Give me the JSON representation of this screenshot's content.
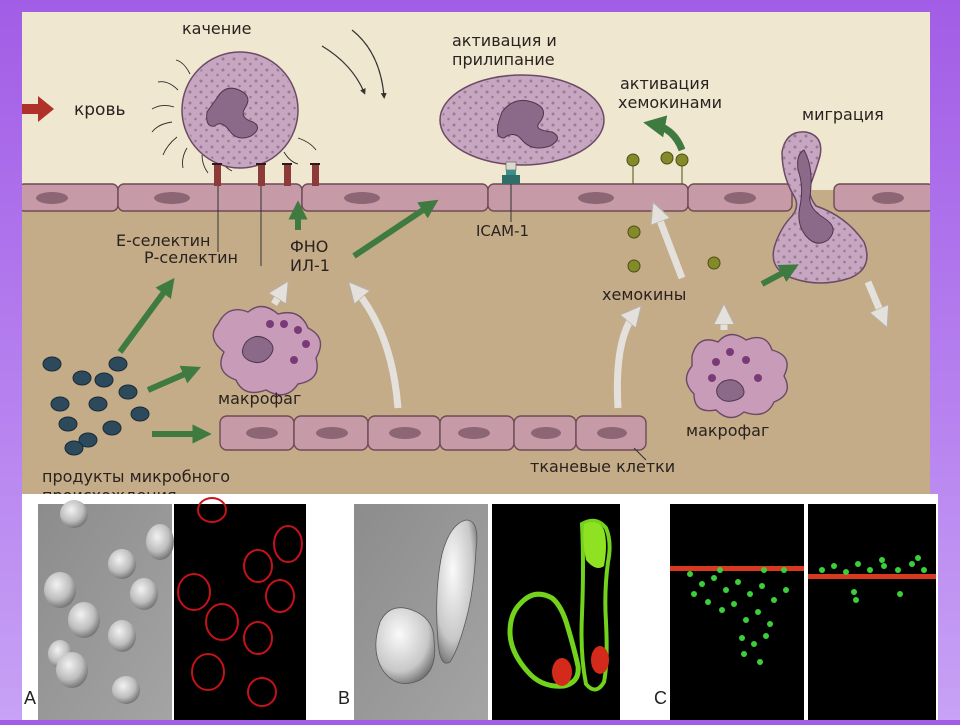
{
  "diagram": {
    "labels": {
      "blood": "кровь",
      "rolling": "качение",
      "activation_adhesion_1": "активация и",
      "activation_adhesion_2": "прилипание",
      "chemokine_activation_1": "активация",
      "chemokine_activation_2": "хемокинами",
      "migration": "миграция",
      "e_selectin": "Е-селектин",
      "p_selectin": "Р-селектин",
      "tnf": "ФНО",
      "il1": "ИЛ-1",
      "icam": "ICAM-1",
      "chemokines": "хемокины",
      "macrophage_left": "макрофаг",
      "macrophage_right": "макрофаг",
      "tissue_cells": "тканевые клетки",
      "microbial_products_1": "продукты микробного",
      "microbial_products_2": "происхождения"
    },
    "colors": {
      "blood_bg": "#efe7cf",
      "tissue_bg": "#c4ac88",
      "endothelium": "#c69aa7",
      "arrow_green": "#3f7a40",
      "arrow_grey": "#e4e1dc",
      "blood_arrow": "#b0302a",
      "microbe_blue": "#2c4a5c",
      "chemokine_olive": "#848a2a"
    }
  },
  "micrographs": {
    "panel_letters": [
      "A",
      "B",
      "C"
    ]
  }
}
